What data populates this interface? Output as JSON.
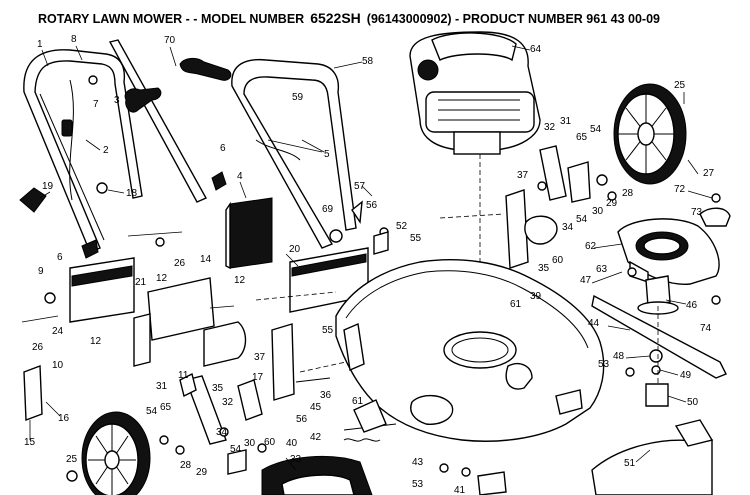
{
  "header": {
    "title_prefix": "ROTARY LAWN MOWER - - MODEL NUMBER",
    "model_number": "6522SH",
    "title_suffix": "(96143000902) - PRODUCT NUMBER 961 43 00-09"
  },
  "callouts": {
    "c1": "1",
    "c8": "8",
    "c70": "70",
    "c58": "58",
    "c64": "64",
    "c7": "7",
    "c3": "3",
    "c59": "59",
    "c25a": "25",
    "c2": "2",
    "c6a": "6",
    "c5": "5",
    "c32a": "32",
    "c31a": "31",
    "c54a": "54",
    "c65a": "65",
    "c27": "27",
    "c19": "19",
    "c18": "18",
    "c4": "4",
    "c37a": "37",
    "c57": "57",
    "c72": "72",
    "c28a": "28",
    "c29a": "29",
    "c30a": "30",
    "c69": "69",
    "c56a": "56",
    "c73": "73",
    "c34a": "34",
    "c54b": "54",
    "c52": "52",
    "c55a": "55",
    "c62": "62",
    "c6b": "6",
    "c20": "20",
    "c26a": "26",
    "c14": "14",
    "c35a": "35",
    "c60a": "60",
    "c63": "63",
    "c9": "9",
    "c21": "21",
    "c12a": "12",
    "c12b": "12",
    "c39": "39",
    "c61a": "61",
    "c47": "47",
    "c24": "24",
    "c46": "46",
    "c74": "74",
    "c26b": "26",
    "c44": "44",
    "c55b": "55",
    "c12c": "12",
    "c37b": "37",
    "c48": "48",
    "c53a": "53",
    "c10": "10",
    "c11": "11",
    "c49": "49",
    "c31b": "31",
    "c35b": "35",
    "c17": "17",
    "c36": "36",
    "c16": "16",
    "c54c": "54",
    "c65b": "65",
    "c32b": "32",
    "c56b": "56",
    "c45": "45",
    "c61b": "61",
    "c50": "50",
    "c15": "15",
    "c34b": "34",
    "c40": "40",
    "c42": "42",
    "c30b": "30",
    "c60b": "60",
    "c28b": "28",
    "c25b": "25",
    "c29b": "29",
    "c54d": "54",
    "c33": "33",
    "c43": "43",
    "c51": "51",
    "c53b": "53",
    "c41": "41"
  }
}
